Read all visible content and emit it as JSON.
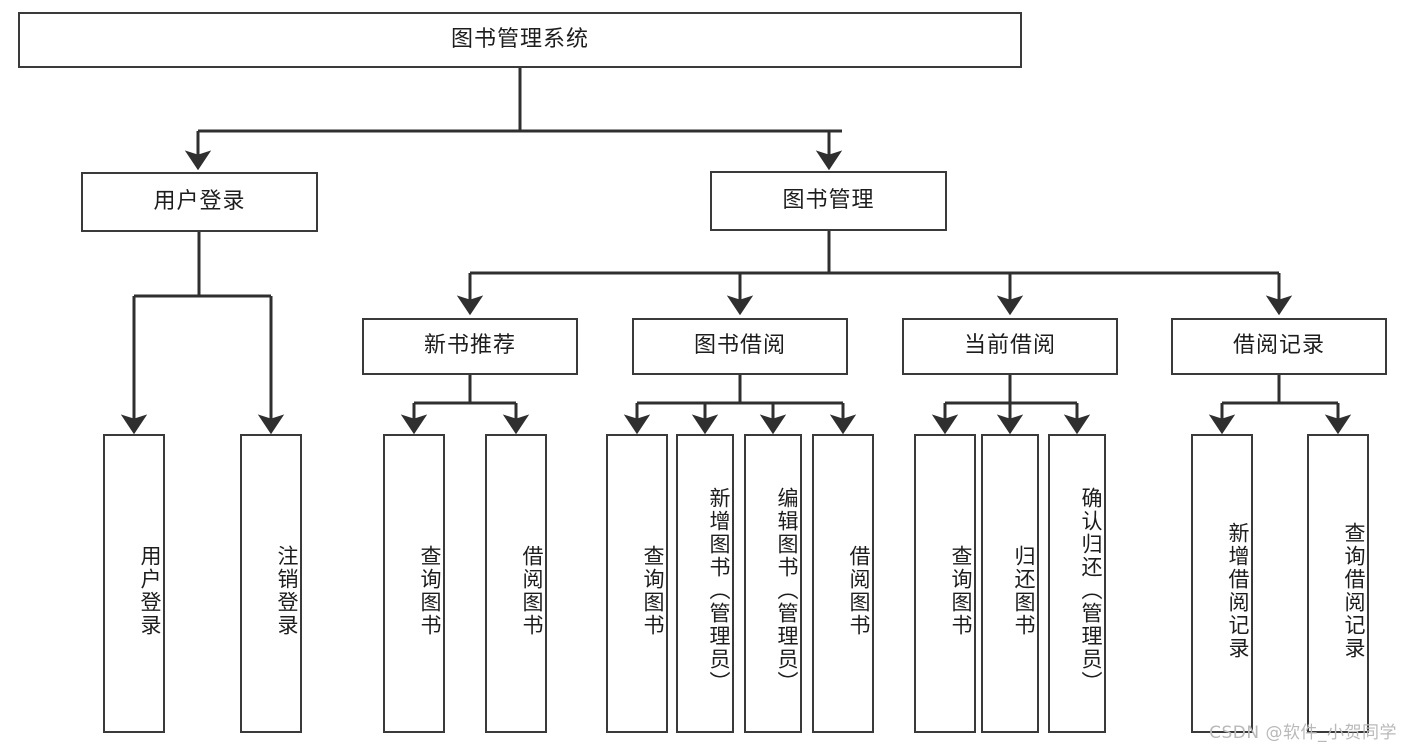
{
  "diagram": {
    "title": "图书管理系统",
    "watermark": "CSDN @软件_小贺同学",
    "colors": {
      "background": "#ffffff",
      "border": "#3a3a3a",
      "text": "#1d1d1d",
      "connector": "#2f2f2f",
      "watermark": "#b9b9b9"
    },
    "levels": {
      "root": {
        "label": "图书管理系统"
      },
      "level2": [
        {
          "label": "用户登录"
        },
        {
          "label": "图书管理"
        }
      ],
      "level3": [
        {
          "label": "新书推荐"
        },
        {
          "label": "图书借阅"
        },
        {
          "label": "当前借阅"
        },
        {
          "label": "借阅记录"
        }
      ],
      "leaves_user_login": [
        {
          "label": "用户登录"
        },
        {
          "label": "注销登录"
        }
      ],
      "leaves_new_book": [
        {
          "label": "查询图书"
        },
        {
          "label": "借阅图书"
        }
      ],
      "leaves_borrow": [
        {
          "label": "查询图书"
        },
        {
          "label": "新增图书（管理员）"
        },
        {
          "label": "编辑图书（管理员）"
        },
        {
          "label": "借阅图书"
        }
      ],
      "leaves_current": [
        {
          "label": "查询图书"
        },
        {
          "label": "归还图书"
        },
        {
          "label": "确认归还（管理员）"
        }
      ],
      "leaves_record": [
        {
          "label": "新增借阅记录"
        },
        {
          "label": "查询借阅记录"
        }
      ]
    }
  }
}
